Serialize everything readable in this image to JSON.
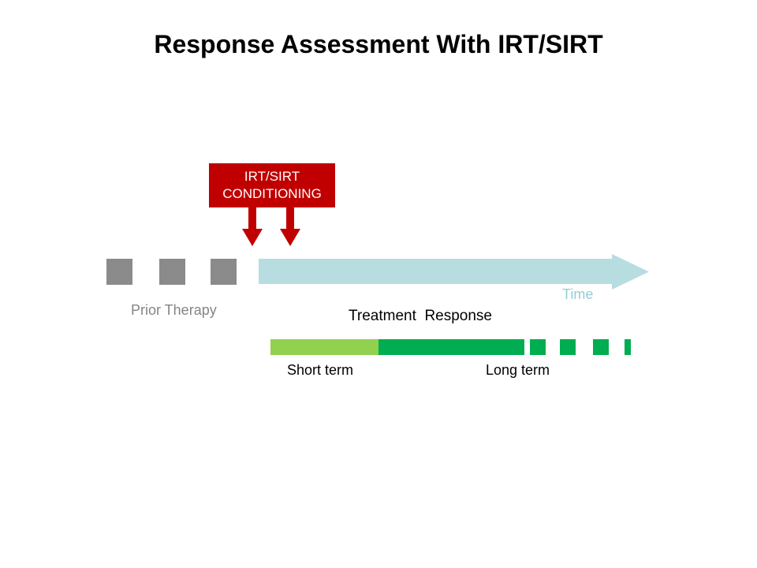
{
  "slide": {
    "title": "Response Assessment With IRT/SIRT",
    "conditioning_box": {
      "line1": "IRT/SIRT",
      "line2": "CONDITIONING"
    },
    "timeline": {
      "prior_therapy_label": "Prior Therapy",
      "time_label": "Time"
    },
    "response": {
      "heading": "Treatment  Response",
      "short_term_label": "Short term",
      "long_term_label": "Long term"
    }
  },
  "colors": {
    "title_text": "#000000",
    "conditioning_red": "#C00000",
    "arrow_red": "#C00000",
    "prior_gray": "#8A8A8A",
    "prior_label_gray": "#858585",
    "timeline_blue": "#B7DDE1",
    "time_label_blue": "#96CED6",
    "short_term_green": "#92D050",
    "long_term_green": "#00AD50"
  }
}
